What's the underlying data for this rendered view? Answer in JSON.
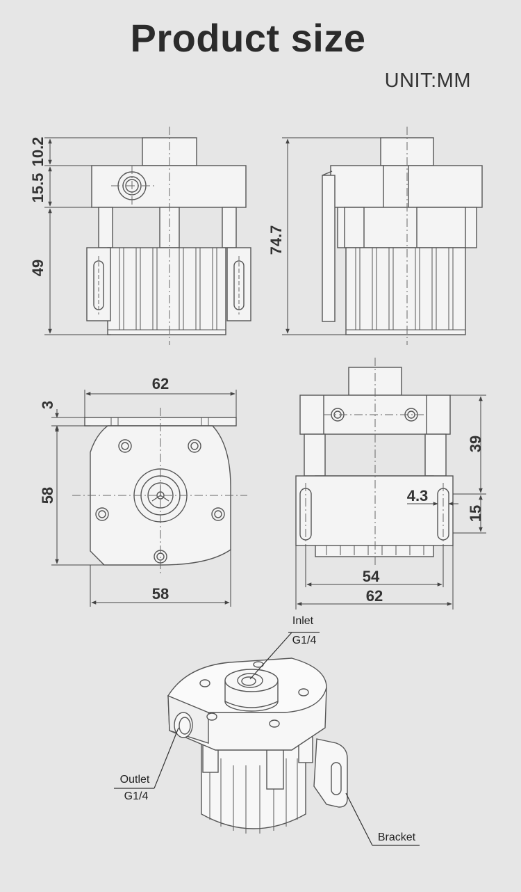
{
  "header": {
    "title": "Product size",
    "unit": "UNIT:MM"
  },
  "dimensions": {
    "top_left": {
      "d1": "10.2",
      "d2": "15.5",
      "d3": "49"
    },
    "top_right": {
      "height": "74.7"
    },
    "bottom_left": {
      "top_width": "62",
      "thickness": "3",
      "height": "58",
      "bottom_width": "58"
    },
    "bottom_right": {
      "upper": "39",
      "slot": "4.3",
      "lower": "15",
      "inner_width": "54",
      "outer_width": "62"
    }
  },
  "callouts": {
    "inlet": {
      "label": "Inlet",
      "spec": "G1/4"
    },
    "outlet": {
      "label": "Outlet",
      "spec": "G1/4"
    },
    "bracket": {
      "label": "Bracket"
    }
  }
}
